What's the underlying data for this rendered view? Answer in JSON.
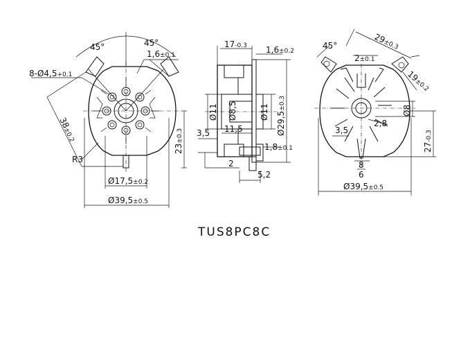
{
  "part_number": "TUS8PC8C",
  "front_view": {
    "angle_left": "45°",
    "angle_right": "45°",
    "holes": "8-Ø4,5",
    "holes_tol": "+0.1",
    "tab_thickness": "1,6",
    "tab_thickness_tol": "±0.1",
    "diag_dim": "38",
    "diag_dim_tol": "±0.2",
    "radius": "R3",
    "height_dim": "23",
    "height_dim_tol": "±0.3",
    "inner_dia": "Ø17,5",
    "inner_dia_tol": "±0.2",
    "outer_dia": "Ø39,5",
    "outer_dia_tol": "±0.5"
  },
  "side_view": {
    "length": "17",
    "length_tol": "-0.3",
    "flange": "1,6",
    "flange_tol": "±0.2",
    "d11_left": "Ø11",
    "d85": "Ø8,5",
    "d11_right": "Ø11",
    "d295": "Ø29,5",
    "d295_tol": "±0.3",
    "len115": "11,5",
    "len35": "3,5",
    "thk18": "1,8",
    "thk18_tol": "±0.1",
    "len2": "2",
    "len52": "5,2"
  },
  "rear_view": {
    "angle": "45°",
    "width29": "29",
    "width29_tol": "±0.3",
    "slot21": "2",
    "slot21_tol": "±0.1",
    "lug19": "19",
    "lug19_tol": "±0.2",
    "d8": "Ø8",
    "r28": "2,8",
    "w35": "3,5",
    "h27": "27",
    "h27_tol": "-0.3",
    "key8": "8",
    "key6": "6",
    "outer_dia": "Ø39,5",
    "outer_dia_tol": "±0.5"
  }
}
